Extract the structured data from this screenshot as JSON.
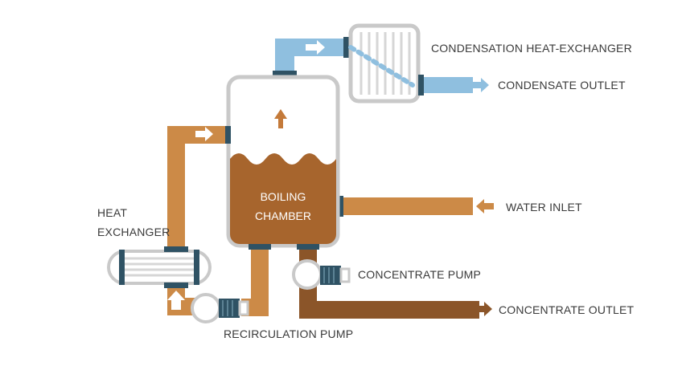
{
  "labels": {
    "condensation_heat_exchanger": "CONDENSATION HEAT-EXCHANGER",
    "condensate_outlet": "CONDENSATE OUTLET",
    "water_inlet": "WATER INLET",
    "heat_exchanger_line1": "HEAT",
    "heat_exchanger_line2": "EXCHANGER",
    "boiling_chamber_line1": "BOILING",
    "boiling_chamber_line2": "CHAMBER",
    "concentrate_pump": "CONCENTRATE PUMP",
    "concentrate_outlet": "CONCENTRATE OUTLET",
    "recirculation_pump": "RECIRCULATION PUMP"
  },
  "colors": {
    "vapor_pipe": "#8fbfdf",
    "hot_pipe": "#cc8a47",
    "chamber_liquid": "#a7652d",
    "concentrate_pipe": "#8b5529",
    "vessel_outline": "#c9c9c9",
    "connector": "#2f5264",
    "arrow_white": "#ffffff",
    "arrow_brown": "#c47a3a",
    "label_text": "#3a3a3a"
  }
}
